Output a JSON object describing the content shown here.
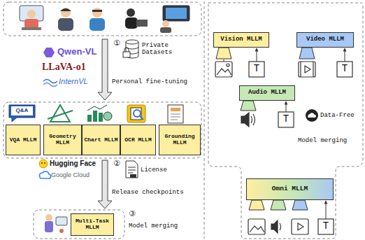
{
  "diagram": {
    "nodes": [
      {
        "text": [
          "VQA MLLM"
        ]
      },
      {
        "text": [
          "Geometry MLLM"
        ]
      },
      {
        "text": [
          "Chart MLLM"
        ]
      },
      {
        "text": [
          "OCR MLLM"
        ]
      },
      {
        "text": [
          "Grounding MLLM"
        ]
      },
      {
        "text": [
          "Multi-Task MLLM"
        ]
      },
      {
        "text": [
          "Vision MLLM"
        ]
      },
      {
        "text": [
          "Video MLLM"
        ]
      },
      {
        "text": [
          "Audio MLLM"
        ]
      },
      {
        "text": [
          "Omni MLLM"
        ]
      }
    ],
    "labels": [
      "Q&A",
      "Qwen-VL",
      "LLaVA-o1",
      "InternVL",
      "①",
      "Private Datasets",
      "Personal fine-tuning",
      "Hugging Face",
      "Google Cloud",
      "②",
      "License",
      "Release checkpoints",
      "③",
      "Model merging",
      "T",
      "T",
      "Data-Free",
      "T",
      "Model merging",
      "T"
    ]
  }
}
